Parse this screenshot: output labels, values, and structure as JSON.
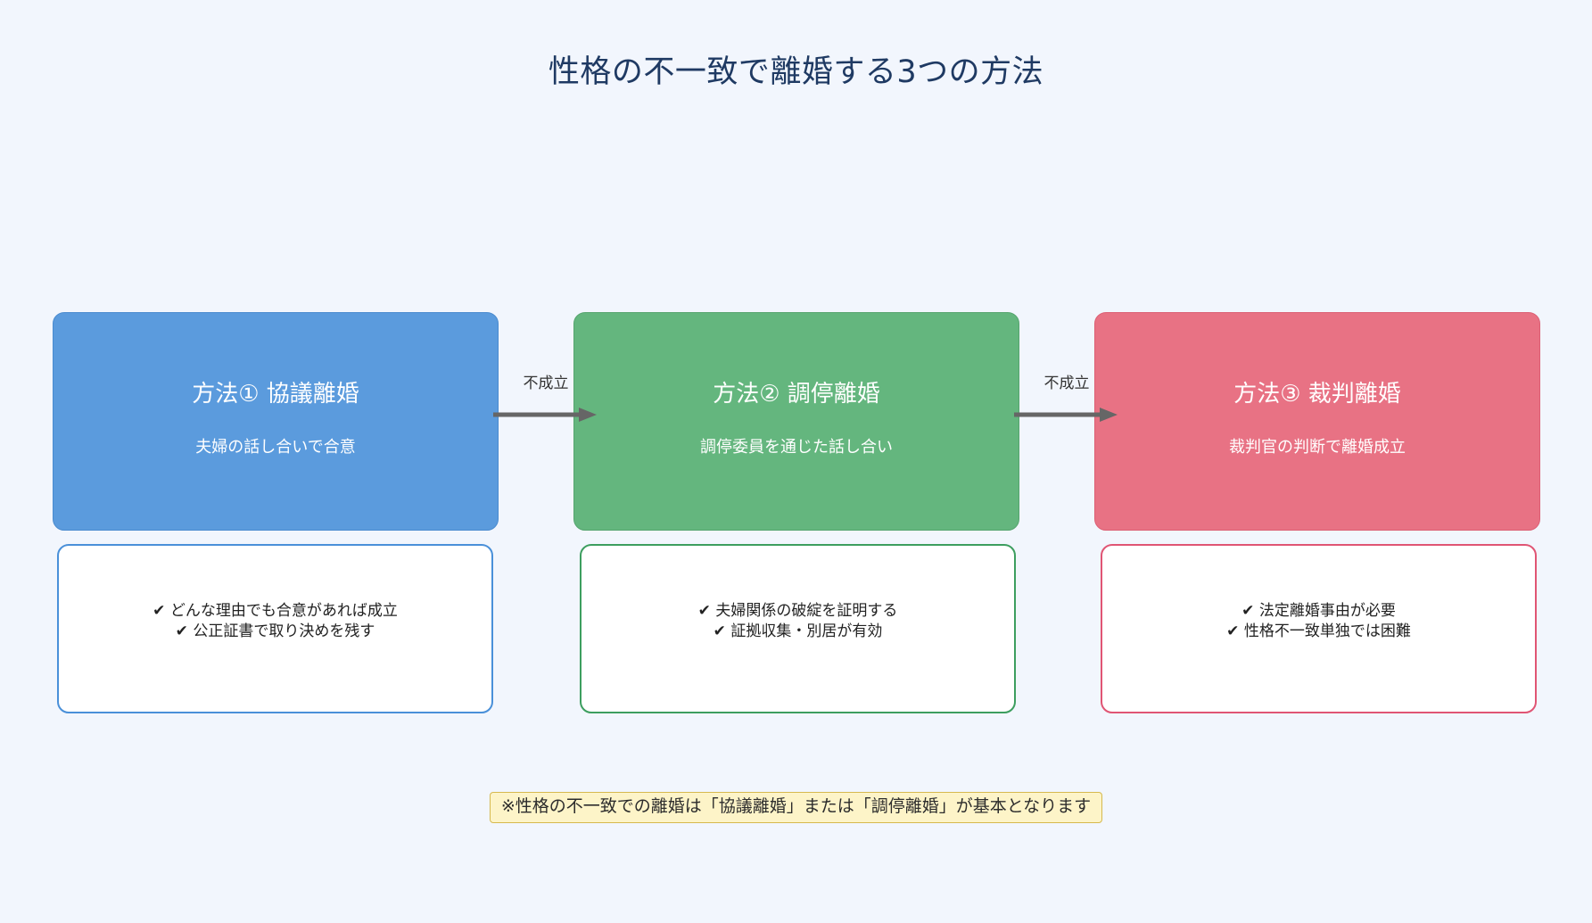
{
  "page": {
    "title": "性格の不一致で離婚する3つの方法",
    "background_color": "#f2f6fd",
    "title_color": "#1f3a63"
  },
  "methods": [
    {
      "title": "方法①  協議離婚",
      "subtitle": "夫婦の話し合いで合意",
      "color": "#5b9bdd",
      "details": [
        "✔  どんな理由でも合意があれば成立",
        "✔  公正証書で取り決めを残す"
      ]
    },
    {
      "title": "方法②  調停離婚",
      "subtitle": "調停委員を通じた話し合い",
      "color": "#64b67e",
      "details": [
        "✔  夫婦関係の破綻を証明する",
        "✔  証拠収集・別居が有効"
      ]
    },
    {
      "title": "方法③  裁判離婚",
      "subtitle": "裁判官の判断で離婚成立",
      "color": "#e87284",
      "details": [
        "✔  法定離婚事由が必要",
        "✔  性格不一致単独では困難"
      ]
    }
  ],
  "connectors": [
    {
      "label": "不成立"
    },
    {
      "label": "不成立"
    }
  ],
  "footer": {
    "note": "※性格の不一致での離婚は「協議離婚」または「調停離婚」が基本となります",
    "background_color": "#fdf4c8",
    "border_color": "#d6b94e"
  }
}
